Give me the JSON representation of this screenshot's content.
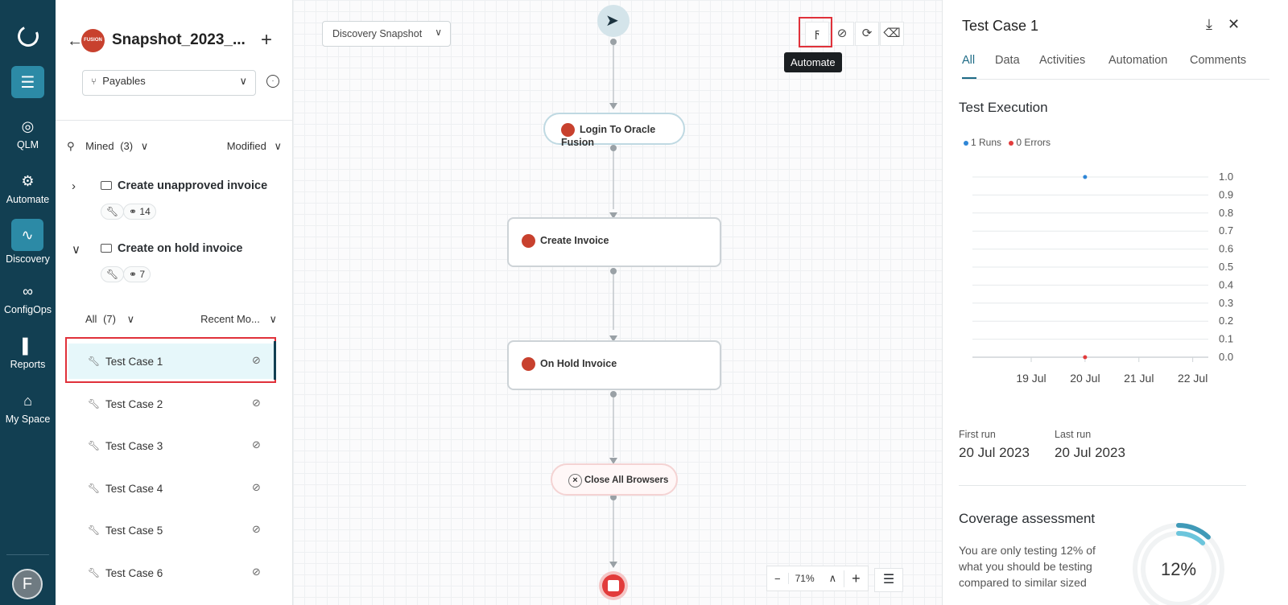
{
  "rail": {
    "items": [
      {
        "label": "QLM",
        "icon": "qlm-icon"
      },
      {
        "label": "Automate",
        "icon": "automate-icon"
      },
      {
        "label": "Discovery",
        "icon": "discovery-icon"
      },
      {
        "label": "ConfigOps",
        "icon": "configops-icon"
      },
      {
        "label": "Reports",
        "icon": "reports-icon"
      },
      {
        "label": "My Space",
        "icon": "home-icon"
      }
    ],
    "active": "Discovery",
    "avatar_initial": "F"
  },
  "sidebar": {
    "snapshot_title": "Snapshot_2023_...",
    "process_select": "Payables",
    "mined_label": "Mined",
    "mined_count": "(3)",
    "modified_label": "Modified",
    "groups": [
      {
        "name": "Create unapproved invoice",
        "count": "14"
      },
      {
        "name": "Create on hold invoice",
        "count": "7"
      }
    ],
    "all_label": "All",
    "all_count": "(7)",
    "recent_label": "Recent Mo...",
    "test_cases": [
      "Test Case 1",
      "Test Case 2",
      "Test Case 3",
      "Test Case 4",
      "Test Case 5",
      "Test Case 6"
    ],
    "selected": "Test Case 1"
  },
  "canvas": {
    "snapshot_dropdown": "Discovery Snapshot",
    "tooltip": "Automate",
    "nodes": [
      "Login To Oracle Fusion",
      "Create Invoice",
      "On Hold Invoice",
      "Close All Browsers"
    ],
    "zoom": "71%"
  },
  "panel": {
    "title": "Test Case 1",
    "tabs": [
      "All",
      "Data",
      "Activities",
      "Automation",
      "Comments"
    ],
    "active_tab": "All",
    "test_execution_title": "Test Execution",
    "legend_runs": "1 Runs",
    "legend_errors": "0 Errors",
    "first_run_label": "First run",
    "first_run_value": "20 Jul 2023",
    "last_run_label": "Last run",
    "last_run_value": "20 Jul 2023",
    "coverage_title": "Coverage assessment",
    "coverage_text": "You are only testing 12% of what you should be testing compared to similar sized",
    "coverage_percent": "12%",
    "coverage_fraction": 0.12
  },
  "chart_data": {
    "type": "scatter",
    "x_ticks": [
      "19 Jul",
      "20 Jul",
      "21 Jul",
      "22 Jul"
    ],
    "y_ticks": [
      "1.0",
      "0.9",
      "0.8",
      "0.7",
      "0.6",
      "0.5",
      "0.4",
      "0.3",
      "0.2",
      "0.1",
      "0.0"
    ],
    "ylim": [
      0,
      1
    ],
    "series": [
      {
        "name": "Runs",
        "color": "#2f86d6",
        "points": [
          {
            "x": "20 Jul",
            "y": 1.0
          }
        ]
      },
      {
        "name": "Errors",
        "color": "#e23b3b",
        "points": [
          {
            "x": "20 Jul",
            "y": 0.0
          }
        ]
      }
    ],
    "legend_position": "top-left"
  },
  "colors": {
    "rail": "#123f52",
    "accent": "#2c8aa6",
    "highlight": "#e0313a"
  }
}
